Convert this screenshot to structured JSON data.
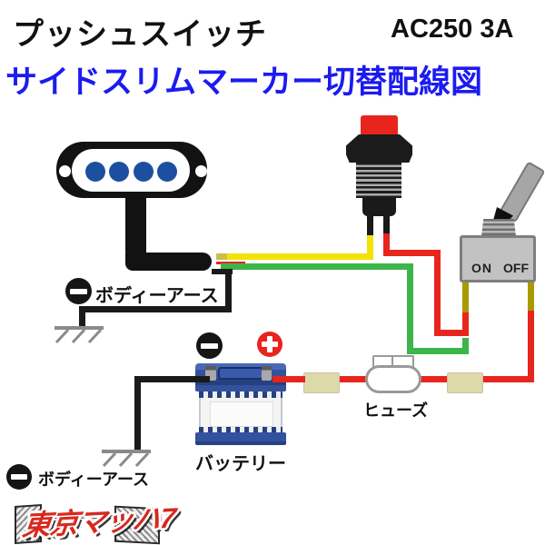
{
  "header": {
    "title": "プッシュスイッチ",
    "rating": "AC250 3A",
    "subtitle": "サイドスリムマーカー切替配線図"
  },
  "diagram": {
    "body_earth_label_1": "ボディーアース",
    "body_earth_label_2": "ボディーアース",
    "battery_label": "バッテリー",
    "fuse_label": "ヒューズ",
    "toggle_switch": {
      "on_label": "ON",
      "off_label": "OFF"
    }
  },
  "logo": {
    "text": "東京マッハ7"
  },
  "colors": {
    "subtitle_blue": "#1b1bf0",
    "wire_yellow": "#f2e205",
    "wire_green": "#3cb54a",
    "wire_red": "#e8251d",
    "wire_black": "#1a1a1a",
    "terminal_olive": "#a89b00",
    "connector_beige": "#ded9ab",
    "battery_blue": "#33519e",
    "led_blue": "#1d4fa0",
    "logo_red": "#d8281e"
  }
}
